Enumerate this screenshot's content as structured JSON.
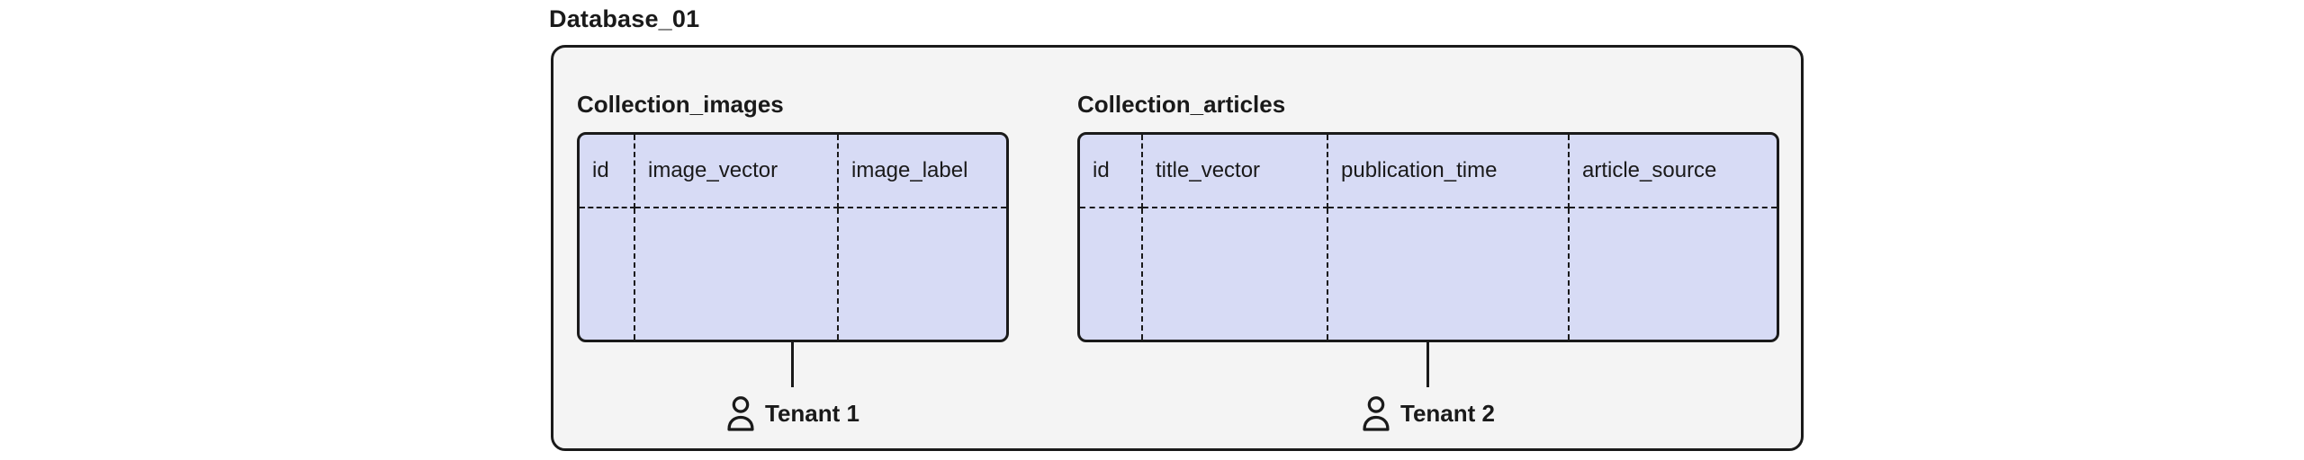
{
  "diagram": {
    "title": "Database_01",
    "collections": [
      {
        "name": "Collection_images",
        "columns": [
          "id",
          "image_vector",
          "image_label"
        ],
        "tenant": "Tenant 1"
      },
      {
        "name": "Collection_articles",
        "columns": [
          "id",
          "title_vector",
          "publication_time",
          "article_source"
        ],
        "tenant": "Tenant 2"
      }
    ],
    "icons": {
      "tenant_icon": "person-icon"
    },
    "colors": {
      "container_fill": "#f4f4f4",
      "table_fill": "#d7dbf5",
      "border": "#1a1a1a",
      "text": "#1a1a1a"
    }
  }
}
